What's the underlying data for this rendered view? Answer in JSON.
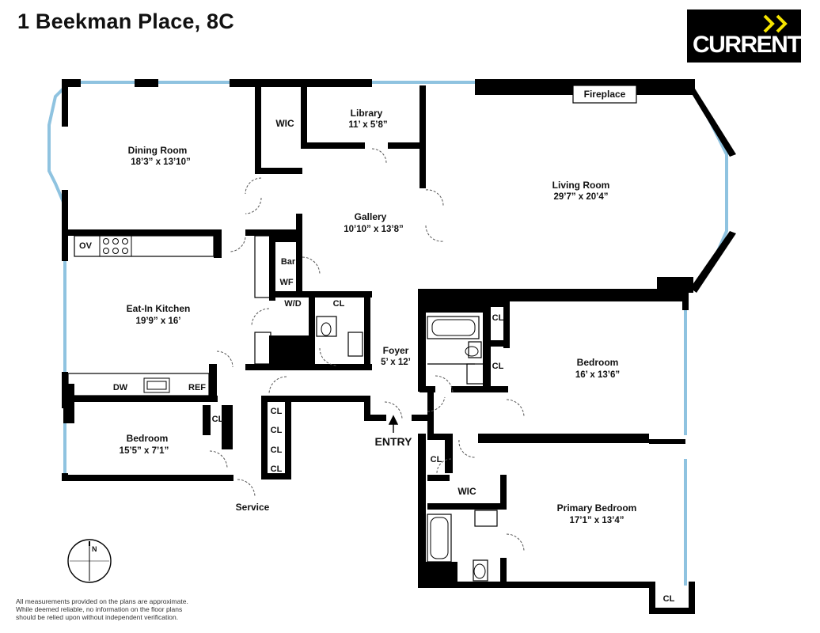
{
  "title": "1 Beekman Place, 8C",
  "logo": {
    "text": "CURRENT",
    "accent_color": "#f5e400"
  },
  "colors": {
    "wall": "#000000",
    "window": "#8fc3e0",
    "background": "#ffffff"
  },
  "rooms": {
    "dining": {
      "name": "Dining Room",
      "dims": "18’3” x 13’10”"
    },
    "wic_top": {
      "name": "WIC"
    },
    "library": {
      "name": "Library",
      "dims": "11’ x 5’8”"
    },
    "fireplace": {
      "name": "Fireplace"
    },
    "living": {
      "name": "Living Room",
      "dims": "29’7” x 20’4”"
    },
    "gallery": {
      "name": "Gallery",
      "dims": "10’10” x 13’8”"
    },
    "kitchen": {
      "name": "Eat-In Kitchen",
      "dims": "19’9” x 16’"
    },
    "foyer": {
      "name": "Foyer",
      "dims": "5’ x 12’"
    },
    "bedroom_right": {
      "name": "Bedroom",
      "dims": "16’ x 13’6”"
    },
    "bedroom_left": {
      "name": "Bedroom",
      "dims": "15’5” x 7’1”"
    },
    "primary": {
      "name": "Primary Bedroom",
      "dims": "17’1” x 13’4”"
    },
    "wic_primary": {
      "name": "WIC"
    }
  },
  "fixtures": {
    "ov": "OV",
    "dw": "DW",
    "ref": "REF",
    "bar": "Bar",
    "wf": "WF",
    "wd": "W/D",
    "cl": "CL"
  },
  "labels": {
    "entry": "ENTRY",
    "service": "Service"
  },
  "compass": {
    "north": "N"
  },
  "disclaimer": [
    "All measurements provided on the plans are approximate.",
    "While deemed reliable, no information on the floor plans",
    "should be relied upon without independent verification."
  ]
}
